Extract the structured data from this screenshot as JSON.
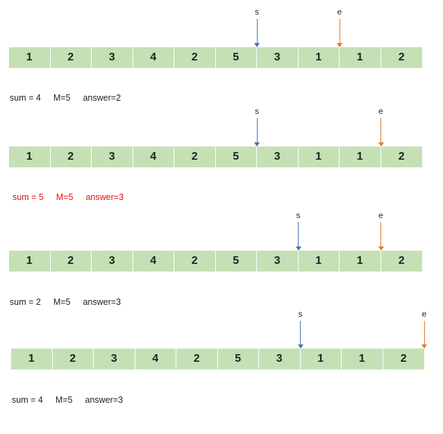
{
  "colors": {
    "cell": "#c5e0b4",
    "start_arrow": "#4a72b0",
    "end_arrow": "#e07a2c",
    "highlight_text": "#e01010"
  },
  "steps": [
    {
      "values": [
        "1",
        "2",
        "3",
        "4",
        "2",
        "5",
        "3",
        "1",
        "1",
        "2"
      ],
      "s_label": "s",
      "e_label": "e",
      "s_index": 6,
      "e_index": 8,
      "sum": "sum = 4",
      "m": "M=5",
      "answer": "answer=2",
      "highlight": false
    },
    {
      "values": [
        "1",
        "2",
        "3",
        "4",
        "2",
        "5",
        "3",
        "1",
        "1",
        "2"
      ],
      "s_label": "s",
      "e_label": "e",
      "s_index": 6,
      "e_index": 9,
      "sum": "sum = 5",
      "m": "M=5",
      "answer": "answer=3",
      "highlight": true
    },
    {
      "values": [
        "1",
        "2",
        "3",
        "4",
        "2",
        "5",
        "3",
        "1",
        "1",
        "2"
      ],
      "s_label": "s",
      "e_label": "e",
      "s_index": 7,
      "e_index": 9,
      "sum": "sum = 2",
      "m": "M=5",
      "answer": "answer=3",
      "highlight": false
    },
    {
      "values": [
        "1",
        "2",
        "3",
        "4",
        "2",
        "5",
        "3",
        "1",
        "1",
        "2"
      ],
      "s_label": "s",
      "e_label": "e",
      "s_index": 7,
      "e_index": 10,
      "sum": "sum = 4",
      "m": "M=5",
      "answer": "answer=3",
      "highlight": false
    }
  ]
}
